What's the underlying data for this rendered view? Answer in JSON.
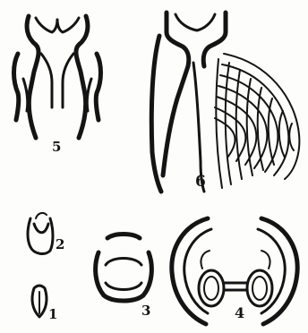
{
  "figures": [
    {
      "id": "fig-1",
      "label": "1"
    },
    {
      "id": "fig-2",
      "label": "2"
    },
    {
      "id": "fig-3",
      "label": "3"
    },
    {
      "id": "fig-4",
      "label": "4"
    },
    {
      "id": "fig-5",
      "label": "5"
    },
    {
      "id": "fig-6",
      "label": "6"
    }
  ],
  "ink_color": "#141414",
  "paper_color": "#fdfdfb"
}
